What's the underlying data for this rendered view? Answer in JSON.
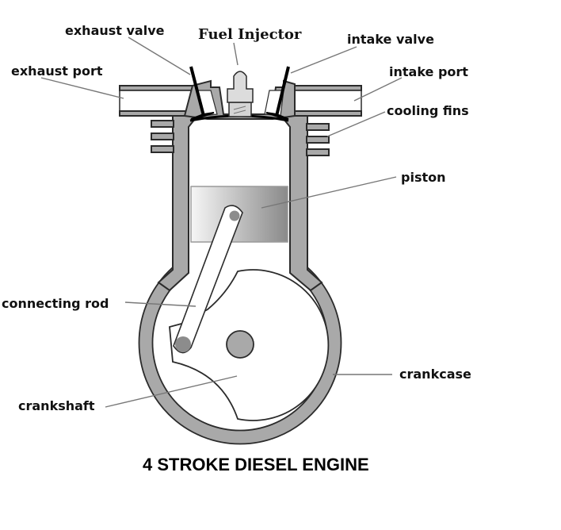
{
  "title": "4 STROKE DIESEL ENGINE",
  "labels": {
    "exhaust_valve": "exhaust valve",
    "fuel_injector": "Fuel Injector",
    "intake_valve": "intake valve",
    "exhaust_port": "exhaust port",
    "intake_port": "intake port",
    "cooling_fins": "cooling fins",
    "piston": "piston",
    "connecting_rod": "connecting rod",
    "crankcase": "crankcase",
    "crankshaft": "crankshaft"
  },
  "colors": {
    "metal": "#a9a9a9",
    "outline": "#2b2b2b",
    "leader": "#777777",
    "piston_light": "#f4f4f4",
    "piston_dark": "#8a8a8a",
    "pin": "#8c8c8c"
  }
}
